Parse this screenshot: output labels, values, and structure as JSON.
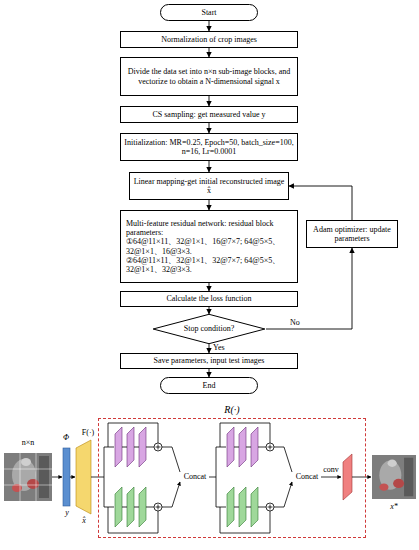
{
  "diagram": {
    "nodes": [
      {
        "text": [
          "Start"
        ]
      },
      {
        "text": [
          "Normalization of crop images"
        ]
      },
      {
        "text": [
          "Divide the data set into n×n sub-image blocks, and vectorize to obtain a N-dimensional signal x"
        ]
      },
      {
        "text": [
          "CS sampling: get measured value y"
        ]
      },
      {
        "text": [
          "Initialization: MR=0.25, Epoch=50, batch_size=100, n=16, Lr=0.0001"
        ]
      },
      {
        "text": [
          "Linear mapping-get initial reconstructed image x̂"
        ]
      },
      {
        "text": [
          "Multi-feature residual network: residual block parameters:",
          "①64@11×11、32@1×1、16@7×7; 64@5×5、32@1×1、16@3×3.",
          "②64@11×11、32@1×1、32@7×7; 64@5×5、32@1×1、32@3×3."
        ]
      },
      {
        "text": [
          "Calculate the loss function"
        ]
      },
      {
        "text": [
          "Stop condition?"
        ]
      },
      {
        "text": [
          "Save parameters, input test images"
        ]
      },
      {
        "text": [
          "End"
        ]
      },
      {
        "text": [
          "Adam optimizer: update parameters"
        ]
      },
      {
        "text": [
          "R(·)"
        ]
      }
    ],
    "edges": [
      {
        "from": 0,
        "to": 1,
        "arrow": "to"
      },
      {
        "from": 1,
        "to": 2,
        "arrow": "to"
      },
      {
        "from": 2,
        "to": 3,
        "arrow": "to"
      },
      {
        "from": 3,
        "to": 4,
        "arrow": "to"
      },
      {
        "from": 4,
        "to": 5,
        "arrow": "to"
      },
      {
        "from": 5,
        "to": 6,
        "arrow": "to"
      },
      {
        "from": 6,
        "to": 7,
        "arrow": "to"
      },
      {
        "from": 7,
        "to": 8,
        "arrow": "to"
      },
      {
        "from": 8,
        "to": 9,
        "label": "Yes",
        "arrow": "to"
      },
      {
        "from": 9,
        "to": 10,
        "arrow": "to"
      },
      {
        "from": 8,
        "to": 11,
        "label": "No",
        "arrow": "to"
      },
      {
        "from": 11,
        "to": 5,
        "arrow": "to"
      }
    ],
    "labels": [
      "n×n",
      "Φ",
      "y",
      "F(·)",
      "x̂",
      "Concat",
      "Concat",
      "conv",
      "x*"
    ]
  }
}
